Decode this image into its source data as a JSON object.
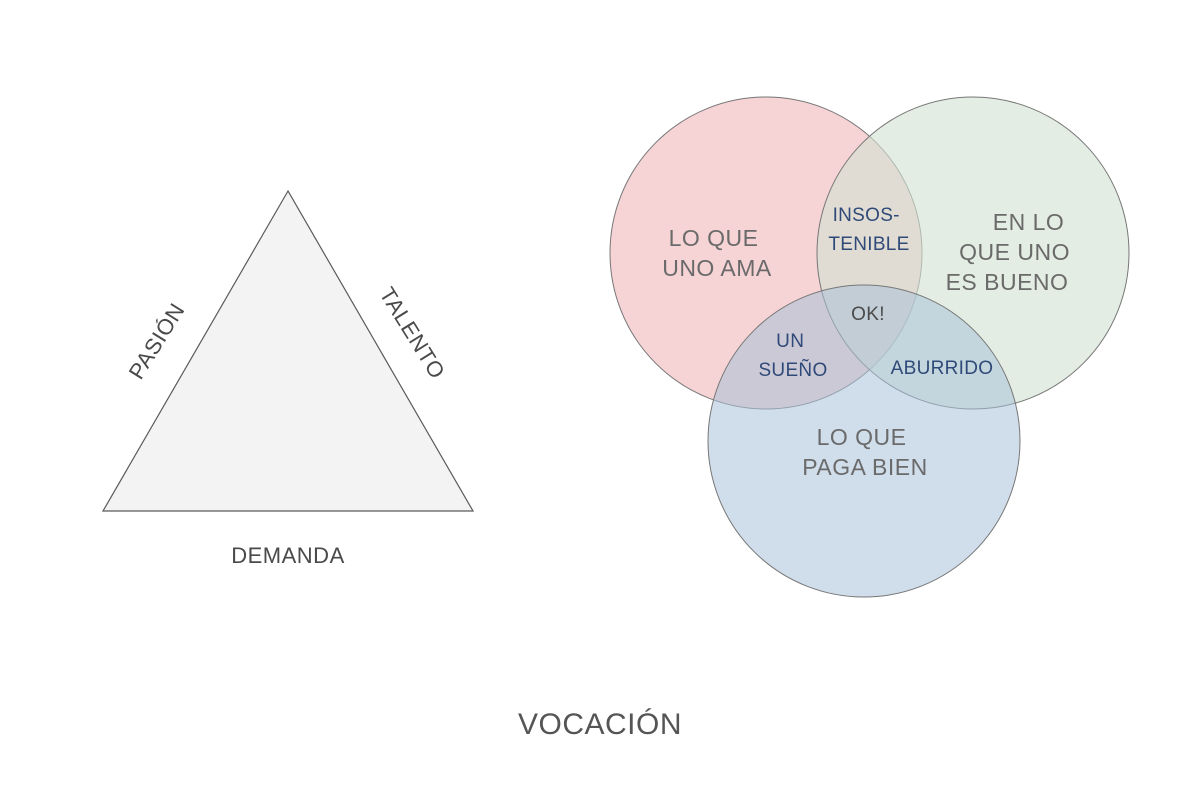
{
  "triangle": {
    "left_label": "PASIÓN",
    "right_label": "TALENTO",
    "bottom_label": "DEMANDA"
  },
  "venn": {
    "circles": [
      {
        "key": "love",
        "lines": [
          "LO QUE",
          "UNO AMA"
        ],
        "color": "#f1b8bc"
      },
      {
        "key": "good",
        "lines": [
          "EN LO",
          "QUE UNO",
          "ES BUENO"
        ],
        "color": "#d2e2d2"
      },
      {
        "key": "pay",
        "lines": [
          "LO QUE",
          "PAGA BIEN"
        ],
        "color": "#a9c1d9"
      }
    ],
    "intersections": {
      "love_good": [
        "INSOS-",
        "TENIBLE"
      ],
      "love_pay": [
        "UN",
        "SUEÑO"
      ],
      "good_pay": "ABURRIDO",
      "center": "OK!"
    },
    "intersection_text_color": "#2f4a78",
    "center_text_color": "#4a4a4a"
  },
  "title": "VOCACIÓN"
}
